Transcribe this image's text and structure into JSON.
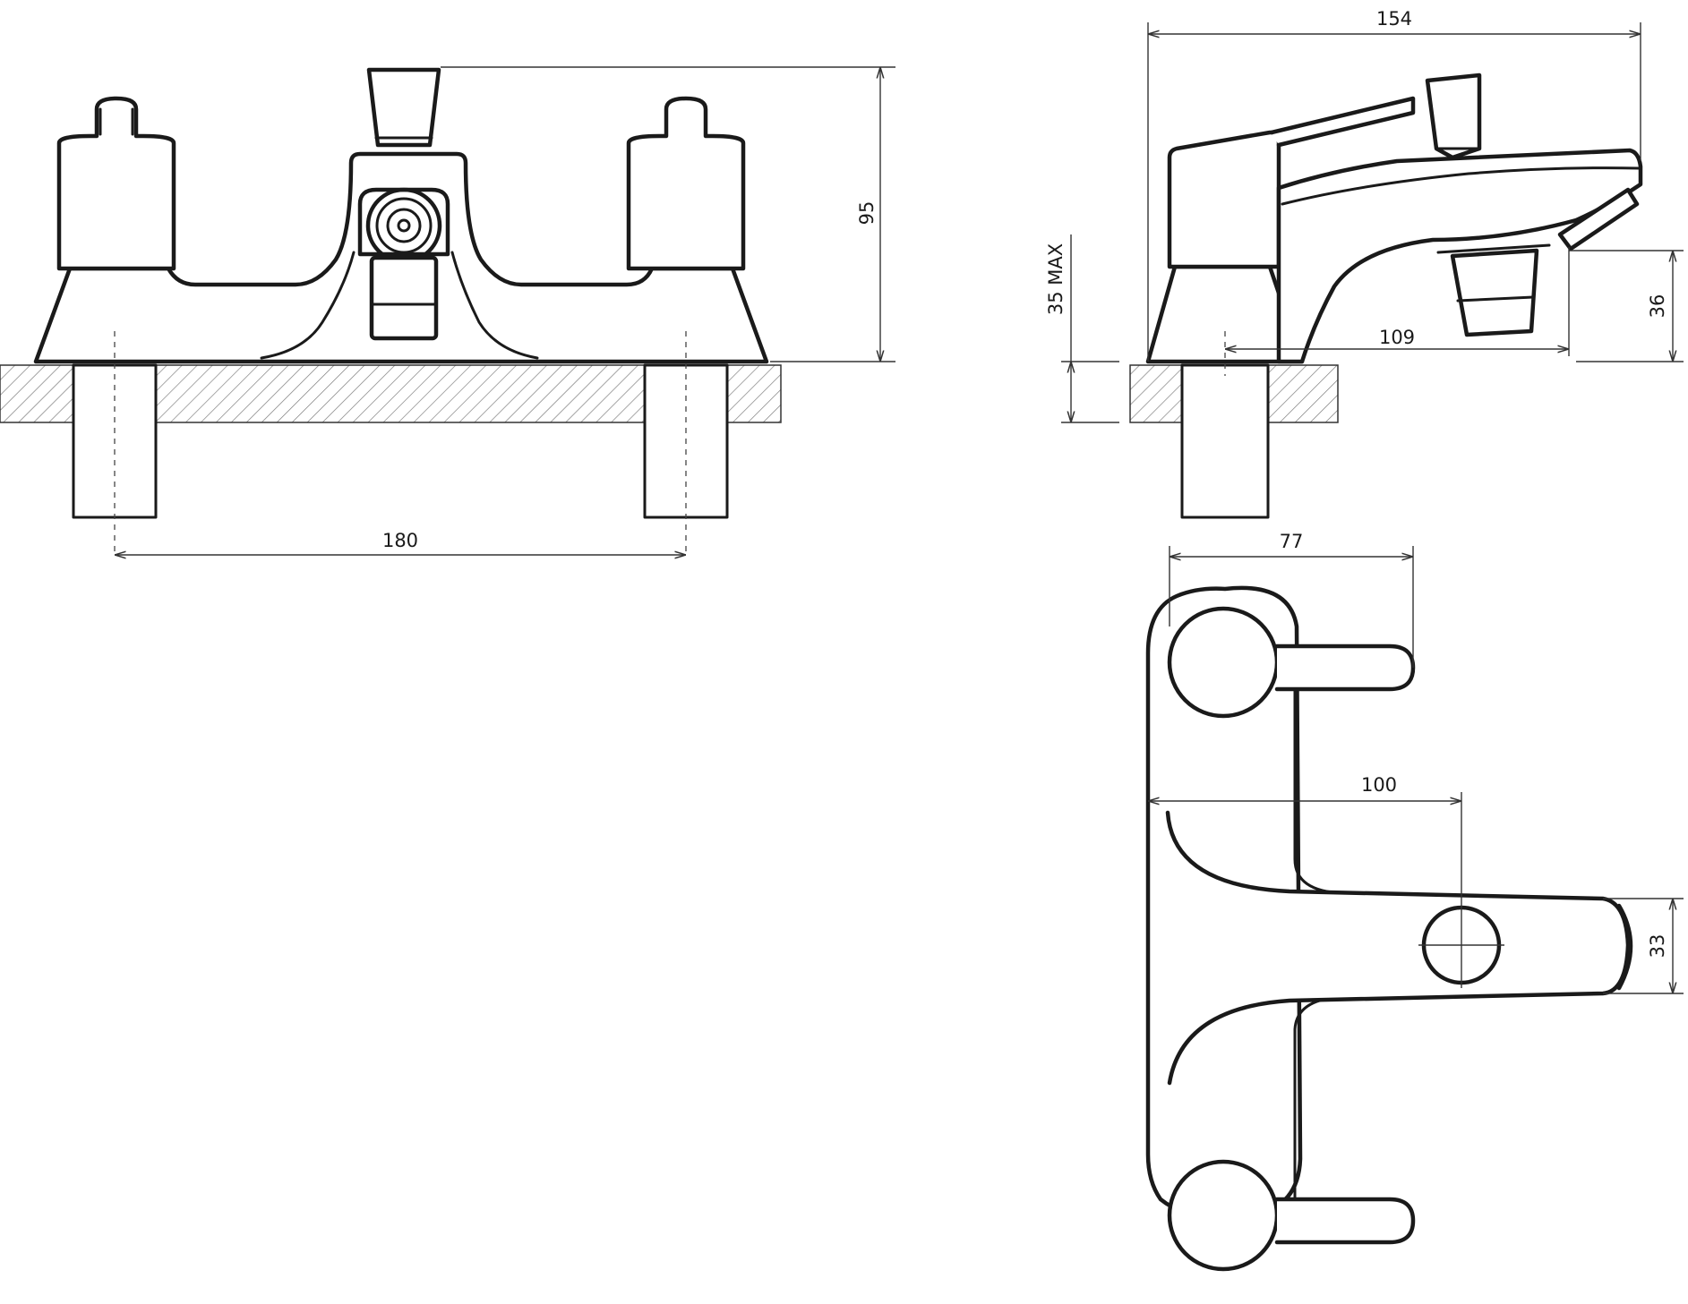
{
  "views": {
    "front": {
      "width_label": "180",
      "height_label": "95"
    },
    "side": {
      "projection_label": "154",
      "deck_label": "35 MAX",
      "reach_label": "109",
      "spout_height_label": "36"
    },
    "plan": {
      "depth_label": "77",
      "centre_label": "100",
      "spout_width_label": "33"
    }
  },
  "colors": {
    "line": "#1a1a1a",
    "background": "#ffffff",
    "hatch": "#777777"
  }
}
